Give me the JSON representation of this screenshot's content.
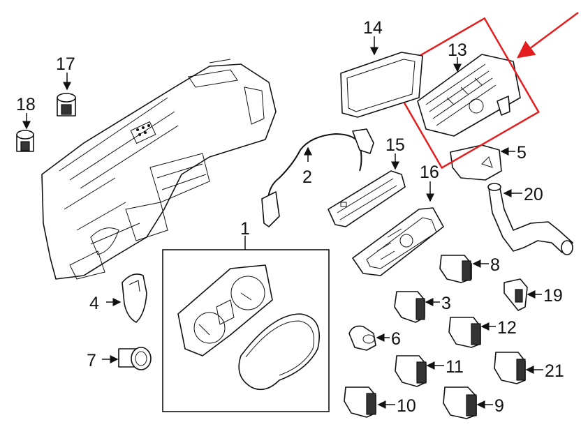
{
  "callouts": [
    {
      "id": "1",
      "label": "1"
    },
    {
      "id": "2",
      "label": "2"
    },
    {
      "id": "3",
      "label": "3"
    },
    {
      "id": "4",
      "label": "4"
    },
    {
      "id": "5",
      "label": "5"
    },
    {
      "id": "6",
      "label": "6"
    },
    {
      "id": "7",
      "label": "7"
    },
    {
      "id": "8",
      "label": "8"
    },
    {
      "id": "9",
      "label": "9"
    },
    {
      "id": "10",
      "label": "10"
    },
    {
      "id": "11",
      "label": "11"
    },
    {
      "id": "12",
      "label": "12"
    },
    {
      "id": "13",
      "label": "13"
    },
    {
      "id": "14",
      "label": "14"
    },
    {
      "id": "15",
      "label": "15"
    },
    {
      "id": "16",
      "label": "16"
    },
    {
      "id": "17",
      "label": "17"
    },
    {
      "id": "18",
      "label": "18"
    },
    {
      "id": "19",
      "label": "19"
    },
    {
      "id": "20",
      "label": "20"
    },
    {
      "id": "21",
      "label": "21"
    }
  ],
  "highlight": {
    "part": "13",
    "color": "#e41e1e"
  }
}
